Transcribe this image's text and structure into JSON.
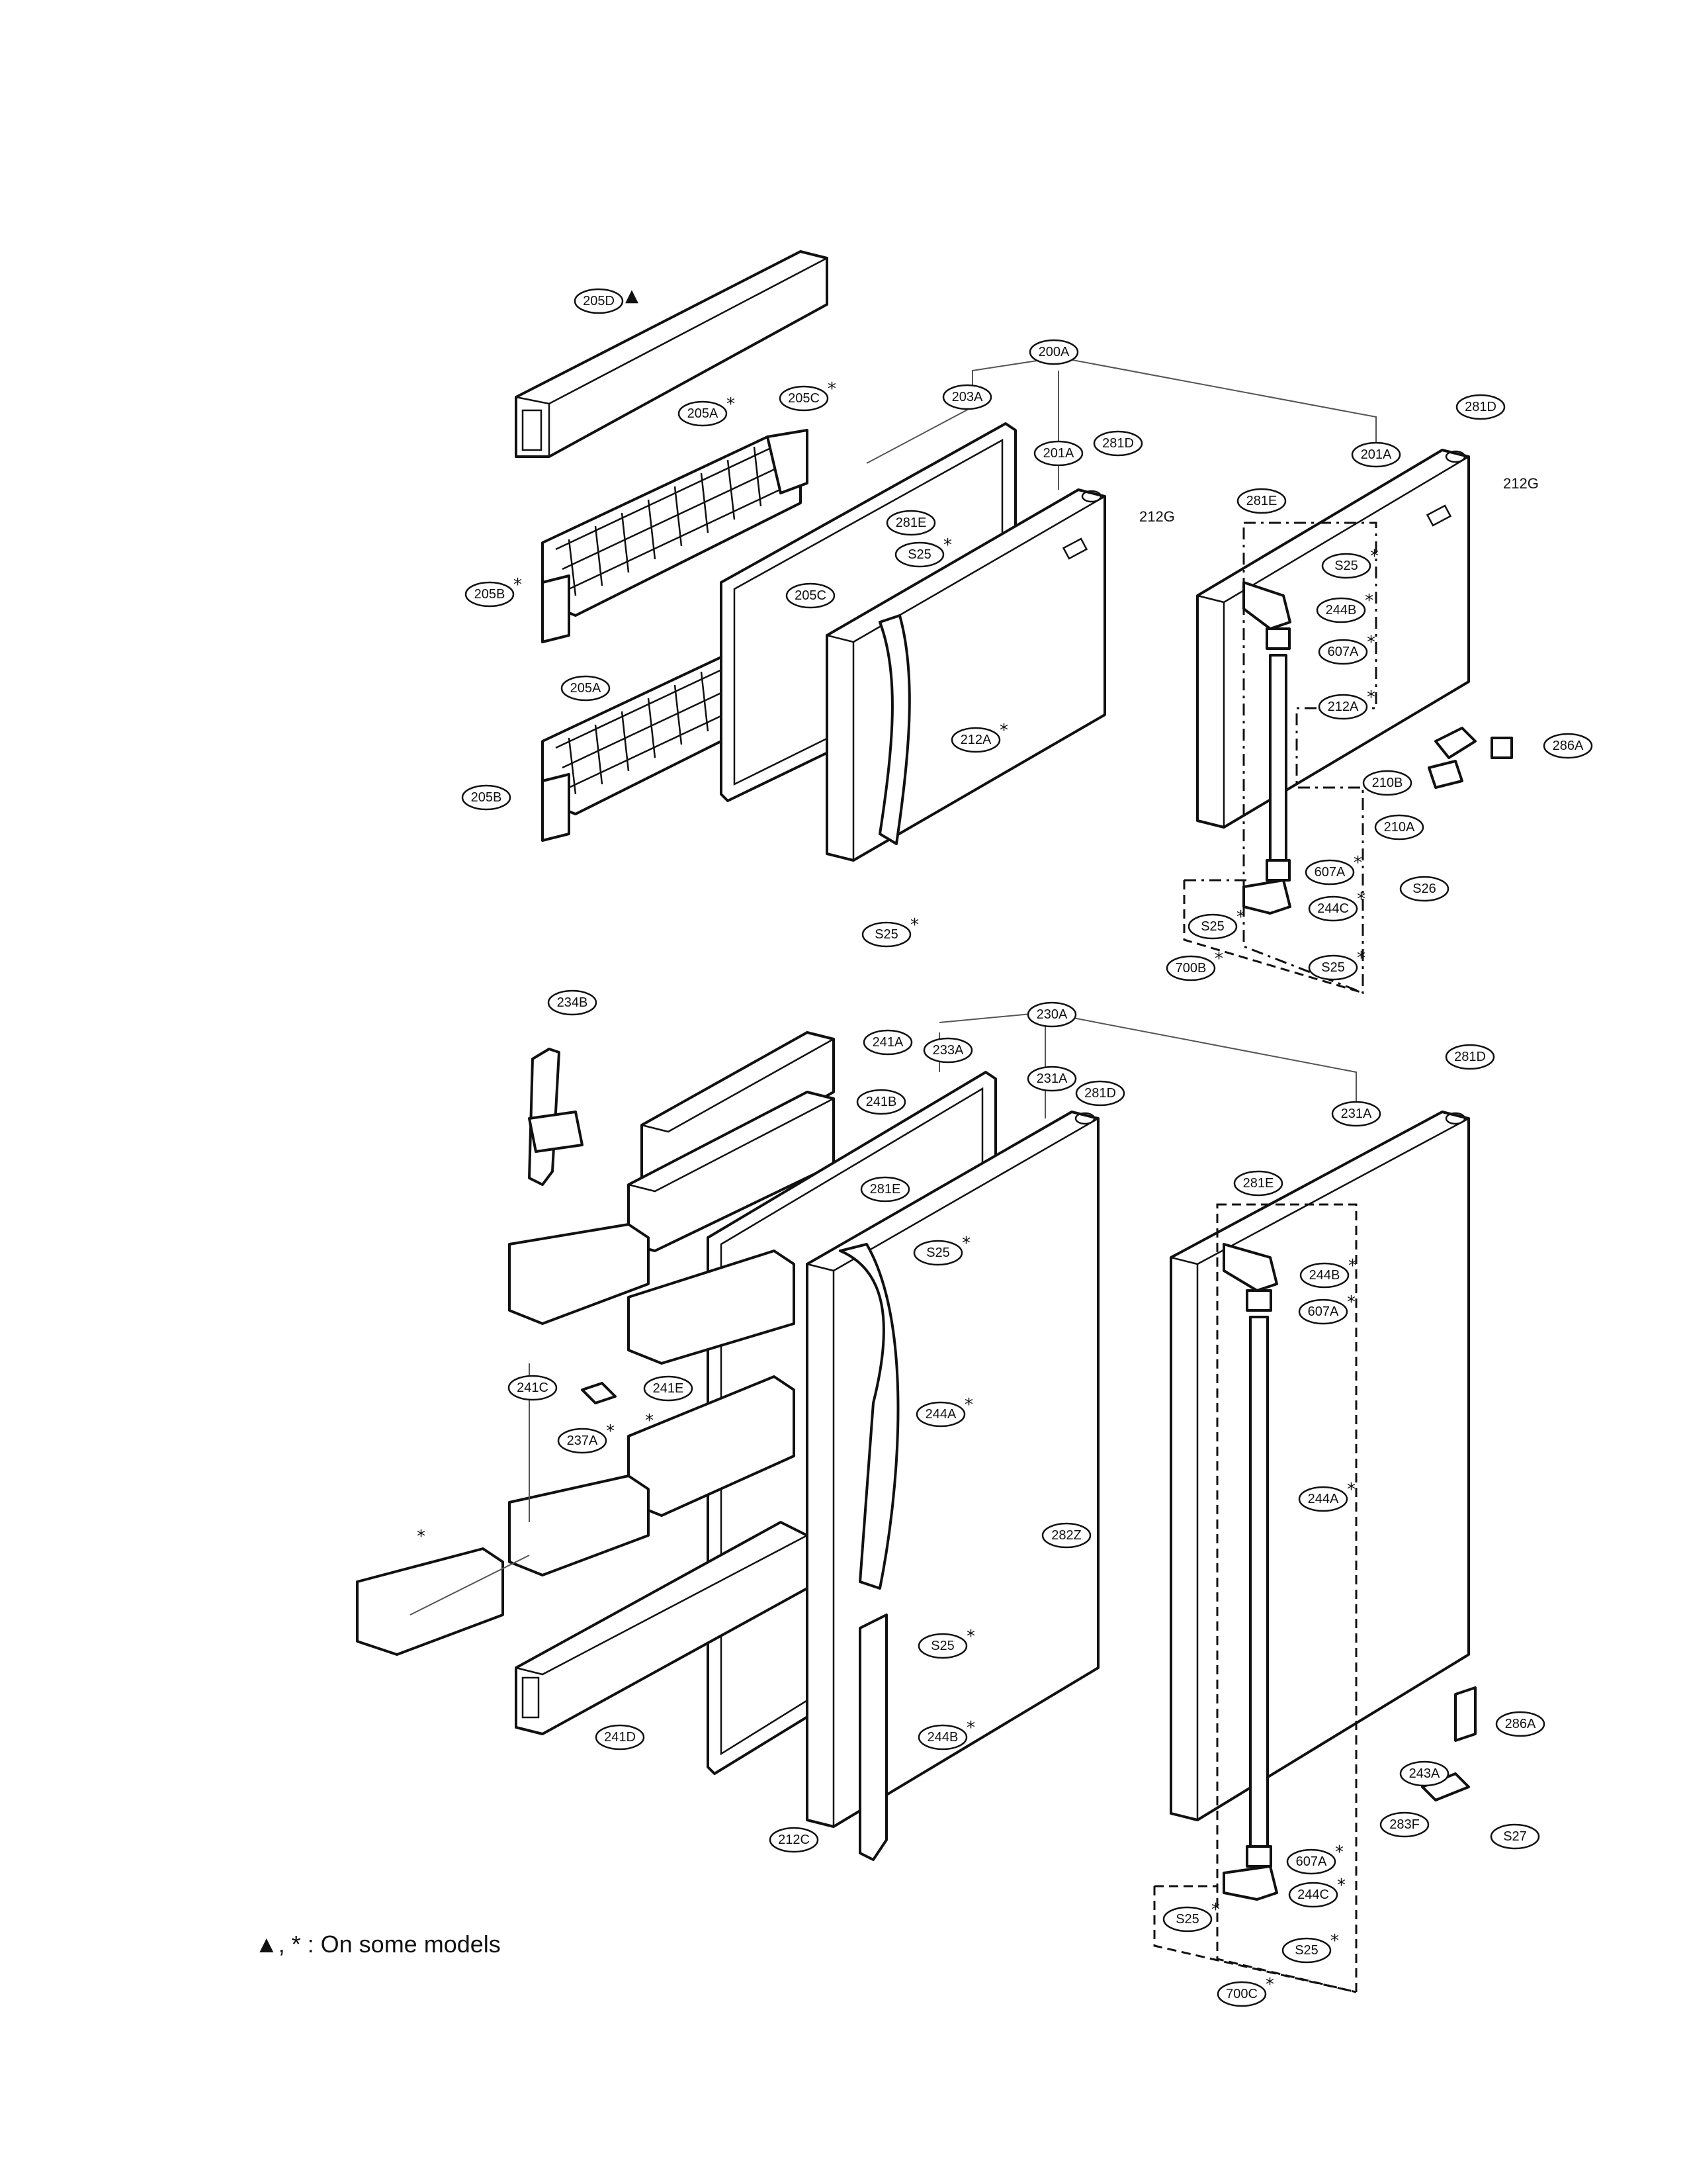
{
  "labels": {
    "l205D": "205D",
    "l205A_1": "205A",
    "l205C_1": "205C",
    "l205B_1": "205B",
    "l205A_2": "205A",
    "l205B_2": "205B",
    "l205C_2": "205C",
    "l200A": "200A",
    "l203A": "203A",
    "l201A_1": "201A",
    "l281D_1": "281D",
    "l281D_2": "281D",
    "l201A_2": "201A",
    "l212G_1": "212G",
    "l212G_2": "212G",
    "l281E_1": "281E",
    "l281E_2": "281E",
    "l212A_1": "212A",
    "l212A_2": "212A",
    "lS25_1": "S25",
    "lS25_2": "S25",
    "lS25_3": "S25",
    "lS25_4": "S25",
    "l244B_1": "244B",
    "l607A_1": "607A",
    "l607A_2": "607A",
    "l244C_1": "244C",
    "l210B": "210B",
    "l210A": "210A",
    "l286A_1": "286A",
    "lS26": "S26",
    "l700B": "700B",
    "l234B": "234B",
    "l241A": "241A",
    "l233A": "233A",
    "l230A": "230A",
    "l241B": "241B",
    "l231A_1": "231A",
    "l281D_3": "281D",
    "l281D_4": "281D",
    "l231A_2": "231A",
    "l281E_3": "281E",
    "l281E_4": "281E",
    "lS25_5": "S25",
    "lS25_6": "S25",
    "l244B_2": "244B",
    "l607A_3": "607A",
    "l241C": "241C",
    "l241E": "241E",
    "l237A": "237A",
    "l244A_1": "244A",
    "l244A_2": "244A",
    "l282Z": "282Z",
    "lS25_7": "S25",
    "l244B_3": "244B",
    "l241D": "241D",
    "l212C": "212C",
    "l286A_2": "286A",
    "l243A": "243A",
    "l283F": "283F",
    "lS27": "S27",
    "l607A_4": "607A",
    "l244C_2": "244C",
    "lS25_8": "S25",
    "lS25_9": "S25",
    "l700C": "700C"
  },
  "footnote": "▲, * : On some models",
  "markers": {
    "star": "*",
    "triangle": "▲"
  }
}
